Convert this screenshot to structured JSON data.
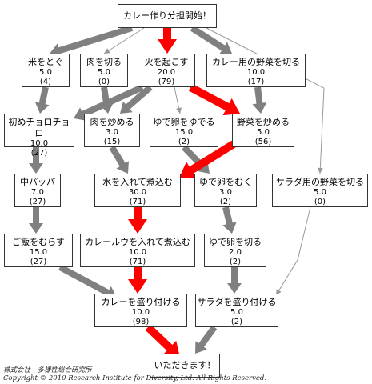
{
  "colors": {
    "critical": "#ff0000",
    "normal": "#808080",
    "thin": "#999999",
    "border": "#333333"
  },
  "nodes": {
    "start": {
      "label": "カレー作り分担開始！"
    },
    "rice_wash": {
      "label": "米をとぐ",
      "value": "5.0",
      "count": "(4)"
    },
    "meat_cut": {
      "label": "肉を切る",
      "value": "5.0",
      "count": "(0)"
    },
    "fire": {
      "label": "火を起こす",
      "value": "20.0",
      "count": "(79)"
    },
    "curry_veg_cut": {
      "label": "カレー用の野菜を切る",
      "value": "10.0",
      "count": "(17)"
    },
    "first_cook": {
      "label": "初めチョロチョロ",
      "value": "10.0",
      "count": "(27)"
    },
    "meat_fry": {
      "label": "肉を炒める",
      "value": "3.0",
      "count": "(15)"
    },
    "egg_boil": {
      "label": "ゆで卵をゆでる",
      "value": "15.0",
      "count": "(2)"
    },
    "veg_fry": {
      "label": "野菜を炒める",
      "value": "5.0",
      "count": "(56)"
    },
    "middle": {
      "label": "中パッパ",
      "value": "7.0",
      "count": "(27)"
    },
    "simmer": {
      "label": "水を入れて煮込む",
      "value": "30.0",
      "count": "(71)"
    },
    "egg_peel": {
      "label": "ゆで卵をむく",
      "value": "3.0",
      "count": "(2)"
    },
    "salad_veg_cut": {
      "label": "サラダ用の野菜を切る",
      "value": "5.0",
      "count": "(0)"
    },
    "rice_steam": {
      "label": "ご飯をむらす",
      "value": "15.0",
      "count": "(27)"
    },
    "roux": {
      "label": "カレールウを入れて煮込む",
      "value": "10.0",
      "count": "(71)"
    },
    "egg_cut": {
      "label": "ゆで卵を切る",
      "value": "2.0",
      "count": "(2)"
    },
    "curry_serve": {
      "label": "カレーを盛り付ける",
      "value": "10.0",
      "count": "(98)"
    },
    "salad_serve": {
      "label": "サラダを盛り付ける",
      "value": "5.0",
      "count": "(2)"
    },
    "end": {
      "label": "いただきます！"
    }
  },
  "edges": [
    {
      "from": "start",
      "to": "rice_wash",
      "style": "normal"
    },
    {
      "from": "start",
      "to": "meat_cut",
      "style": "thin"
    },
    {
      "from": "start",
      "to": "fire",
      "style": "critical"
    },
    {
      "from": "start",
      "to": "curry_veg_cut",
      "style": "normal"
    },
    {
      "from": "start",
      "to": "salad_veg_cut",
      "style": "thin"
    },
    {
      "from": "rice_wash",
      "to": "first_cook",
      "style": "normal"
    },
    {
      "from": "meat_cut",
      "to": "meat_fry",
      "style": "normal"
    },
    {
      "from": "fire",
      "to": "first_cook",
      "style": "normal"
    },
    {
      "from": "fire",
      "to": "meat_fry",
      "style": "normal"
    },
    {
      "from": "fire",
      "to": "egg_boil",
      "style": "thin"
    },
    {
      "from": "fire",
      "to": "veg_fry",
      "style": "critical"
    },
    {
      "from": "curry_veg_cut",
      "to": "veg_fry",
      "style": "normal"
    },
    {
      "from": "first_cook",
      "to": "middle",
      "style": "normal"
    },
    {
      "from": "meat_fry",
      "to": "simmer",
      "style": "normal"
    },
    {
      "from": "egg_boil",
      "to": "egg_peel",
      "style": "normal"
    },
    {
      "from": "veg_fry",
      "to": "simmer",
      "style": "critical"
    },
    {
      "from": "middle",
      "to": "rice_steam",
      "style": "normal"
    },
    {
      "from": "simmer",
      "to": "roux",
      "style": "critical"
    },
    {
      "from": "egg_peel",
      "to": "egg_cut",
      "style": "normal"
    },
    {
      "from": "salad_veg_cut",
      "to": "salad_serve",
      "style": "thin"
    },
    {
      "from": "rice_steam",
      "to": "curry_serve",
      "style": "normal"
    },
    {
      "from": "roux",
      "to": "curry_serve",
      "style": "critical"
    },
    {
      "from": "egg_cut",
      "to": "salad_serve",
      "style": "normal"
    },
    {
      "from": "curry_serve",
      "to": "end",
      "style": "critical"
    },
    {
      "from": "salad_serve",
      "to": "end",
      "style": "normal"
    }
  ],
  "footer": {
    "company": "株式会社　多様性総合研究所",
    "copyright": "Copyright © 2010 Research Institute for Diversity, Ltd. All Rights Reserved."
  }
}
